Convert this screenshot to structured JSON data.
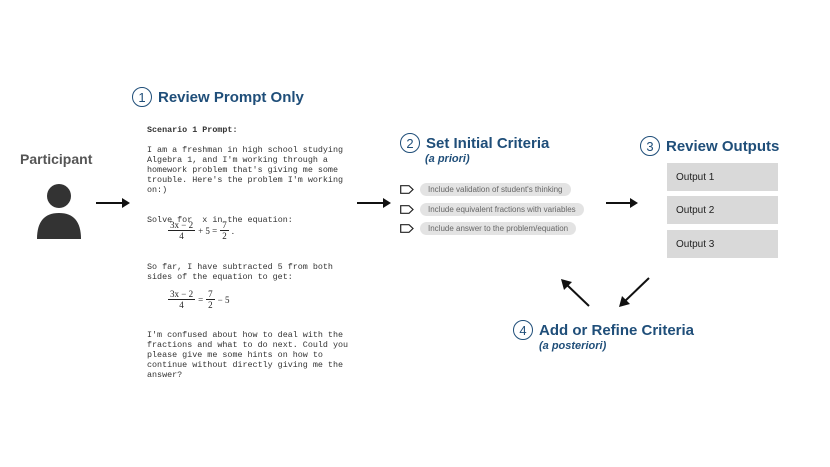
{
  "participant": {
    "label": "Participant"
  },
  "step1": {
    "num": "1",
    "title": "Review Prompt Only"
  },
  "prompt": {
    "title": "Scenario 1 Prompt:",
    "para1": "I am a freshman in high school studying Algebra 1, and I'm working through a homework problem that's giving me some trouble. Here's the problem I'm working on:)",
    "solve_prefix": "Solve for",
    "solve_var": "x",
    "solve_suffix": "in the equation:",
    "eq1": {
      "num": "3x − 2",
      "den": "4",
      "mid": "+ 5 =",
      "rnum": "7",
      "rden": "2",
      "end": "."
    },
    "para2": "So far, I have subtracted 5 from both sides of the equation to get:",
    "eq2": {
      "num": "3x − 2",
      "den": "4",
      "mid": "=",
      "rnum": "7",
      "rden": "2",
      "end": "− 5"
    },
    "para3": "I'm confused about how to deal with the fractions and what to do next. Could you please give me some hints on how to continue without directly giving me the answer?"
  },
  "step2": {
    "num": "2",
    "title": "Set Initial Criteria",
    "subtitle": "(a priori)"
  },
  "criteria": [
    {
      "label": "Include validation of student's thinking"
    },
    {
      "label": "Include equivalent fractions with variables"
    },
    {
      "label": "Include answer to the problem/equation"
    }
  ],
  "step3": {
    "num": "3",
    "title": "Review Outputs"
  },
  "outputs": [
    {
      "label": "Output 1"
    },
    {
      "label": "Output 2"
    },
    {
      "label": "Output 3"
    }
  ],
  "step4": {
    "num": "4",
    "title": "Add or Refine Criteria",
    "subtitle": "(a posteriori)"
  },
  "colors": {
    "accent": "#1f4e79",
    "box": "#d9d9d9",
    "pill": "#e3e3e3"
  },
  "icons": {
    "participant": "person-icon",
    "criterion": "tag-icon"
  }
}
